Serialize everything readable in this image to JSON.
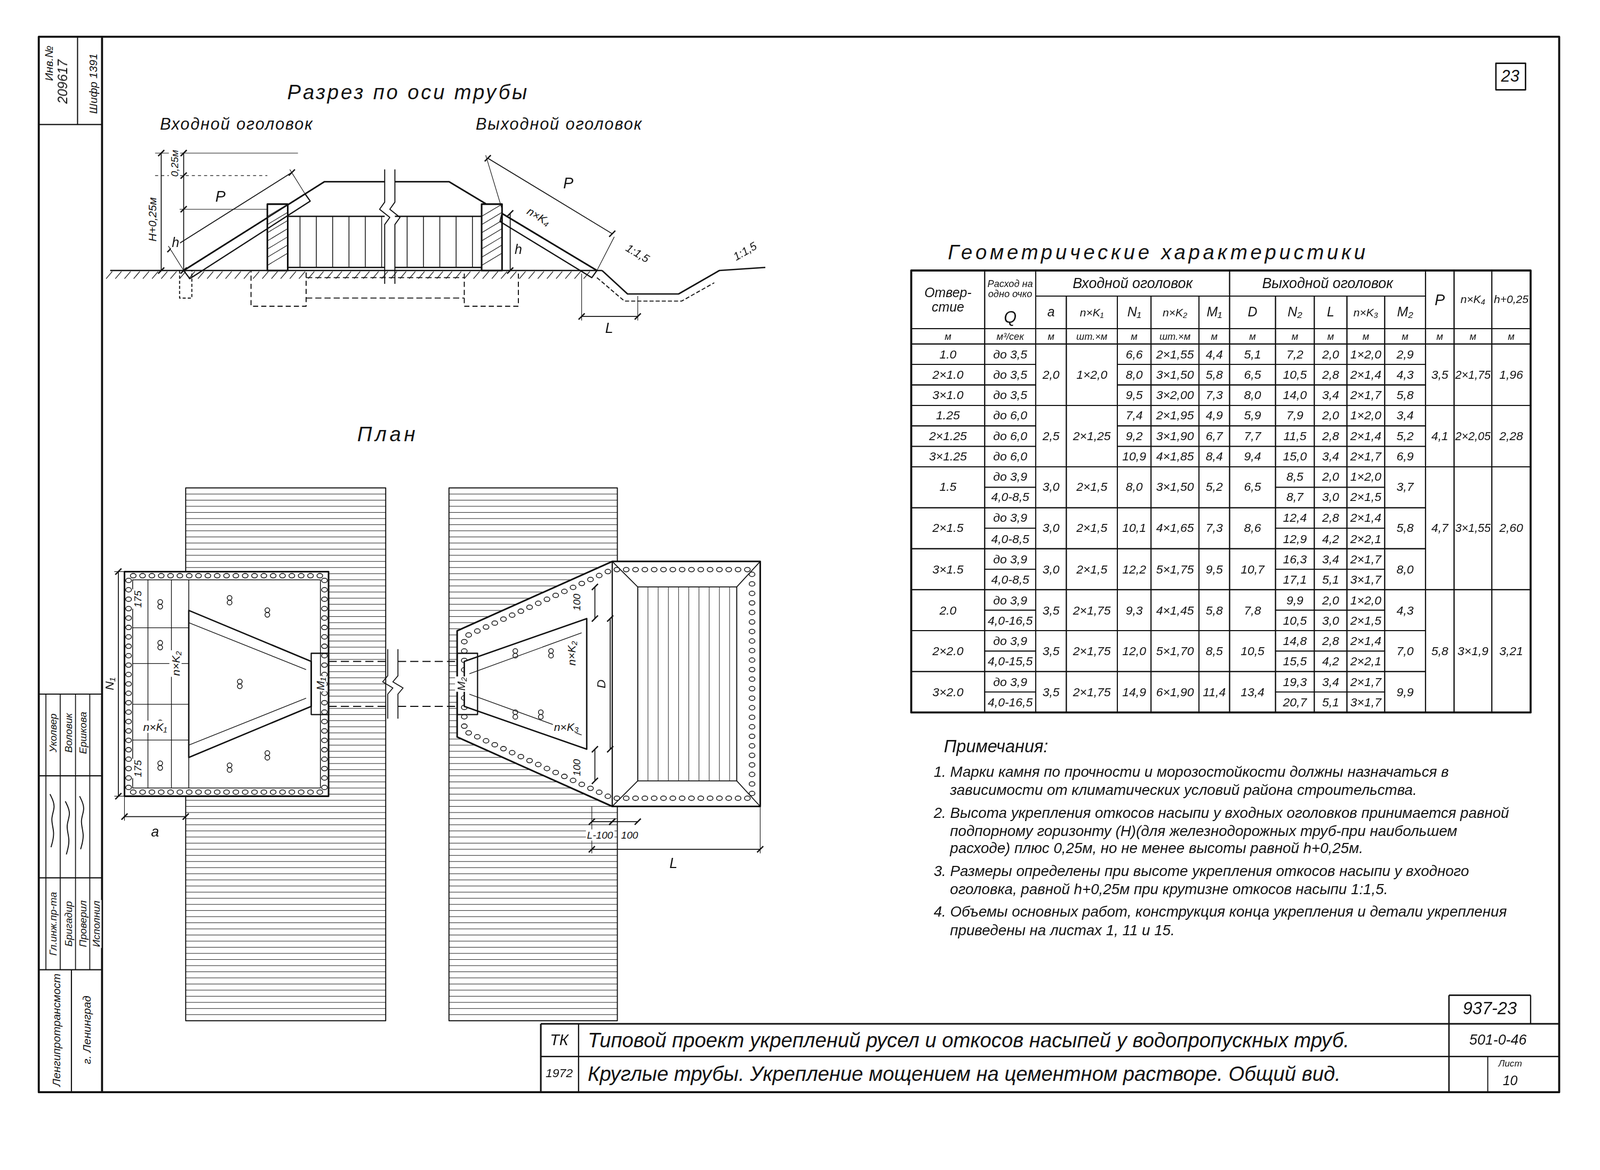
{
  "diagram": {
    "labels": [
      "Инв.№",
      "209617",
      "Шифр 1391",
      "Гл.инж.пр-та",
      "Бригадир",
      "Проверил",
      "Исполнил",
      "Уколвер",
      "Воловик",
      "Ершкова",
      "Ленгипротрансмост",
      "г. Ленинград",
      "23",
      "Разрез по оси трубы",
      "Входной оголовок",
      "Выходной оголовок",
      "0,25м",
      "H+0,25м",
      "h",
      "P",
      "P",
      "n×K₄",
      "h",
      "1:1,5",
      "1:1,5",
      "L",
      "План",
      "N₁",
      "175",
      "175",
      "n×K₂",
      "n×K₁",
      "M₁",
      "a",
      "M₂",
      "100",
      "n×K₂",
      "D",
      "n×K₃",
      "100",
      "L-100",
      "100",
      "L",
      "Геометрические характеристики",
      "Отвер- стие",
      "Расход на одно очко",
      "Q",
      "Входной оголовок",
      "Выходной оголовок",
      "P",
      "n×K₄",
      "h+0,25",
      "a",
      "n×K₁",
      "N₁",
      "n×K₂",
      "M₁",
      "D",
      "N₂",
      "L",
      "n×K₃",
      "M₂",
      "м",
      "м³/сек",
      "м",
      "шт.×м",
      "м",
      "шт.×м",
      "м",
      "м",
      "м",
      "м",
      "м",
      "м",
      "м",
      "м",
      "м",
      "1.0",
      "2×1.0",
      "3×1.0",
      "1.25",
      "2×1.25",
      "3×1.25",
      "1.5",
      "2×1.5",
      "3×1.5",
      "2.0",
      "2×2.0",
      "3×2.0",
      "до 3,5",
      "до 3,5",
      "до 3,5",
      "до 6,0",
      "до 6,0",
      "до 6,0",
      "до 3,9",
      "4,0-8,5",
      "до 3,9",
      "4,0-8,5",
      "до 3,9",
      "4,0-8,5",
      "до 3,9",
      "4,0-16,5",
      "до 3,9",
      "4,0-15,5",
      "до 3,9",
      "4,0-16,5",
      "2,0",
      "2,5",
      "3,0",
      "3,0",
      "3,0",
      "3,5",
      "3,5",
      "3,5",
      "1×2,0",
      "2×1,25",
      "2×1,5",
      "2×1,5",
      "2×1,5",
      "2×1,75",
      "2×1,75",
      "2×1,75",
      "6,6",
      "8,0",
      "9,5",
      "7,4",
      "9,2",
      "10,9",
      "8,0",
      "10,1",
      "12,2",
      "9,3",
      "12,0",
      "14,9",
      "2×1,55",
      "3×1,50",
      "3×2,00",
      "2×1,95",
      "3×1,90",
      "4×1,85",
      "3×1,50",
      "4×1,65",
      "5×1,75",
      "4×1,45",
      "5×1,70",
      "6×1,90",
      "4,4",
      "5,8",
      "7,3",
      "4,9",
      "6,7",
      "8,4",
      "5,2",
      "7,3",
      "9,5",
      "5,8",
      "8,5",
      "11,4",
      "5,1",
      "6,5",
      "8,0",
      "5,9",
      "7,7",
      "9,4",
      "6,5",
      "8,6",
      "10,7",
      "7,8",
      "10,5",
      "13,4",
      "7,2",
      "10,5",
      "14,0",
      "7,9",
      "11,5",
      "15,0",
      "8,5",
      "8,7",
      "12,4",
      "12,9",
      "16,3",
      "17,1",
      "9,9",
      "10,5",
      "14,8",
      "15,5",
      "19,3",
      "20,7",
      "2,0",
      "2,8",
      "3,4",
      "2,0",
      "2,8",
      "3,4",
      "2,0",
      "3,0",
      "2,8",
      "4,2",
      "3,4",
      "5,1",
      "2,0",
      "3,0",
      "2,8",
      "4,2",
      "3,4",
      "5,1",
      "1×2,0",
      "2×1,4",
      "2×1,7",
      "1×2,0",
      "2×1,4",
      "2×1,7",
      "1×2,0",
      "2×1,5",
      "2×1,4",
      "2×2,1",
      "2×1,7",
      "3×1,7",
      "1×2,0",
      "2×1,5",
      "2×1,4",
      "2×2,1",
      "2×1,7",
      "3×1,7",
      "2,9",
      "4,3",
      "5,8",
      "3,4",
      "5,2",
      "6,9",
      "3,7",
      "5,8",
      "8,0",
      "4,3",
      "7,0",
      "9,9",
      "3,5",
      "4,1",
      "4,7",
      "5,8",
      "2×1,75",
      "2×2,05",
      "3×1,55",
      "3×1,9",
      "1,96",
      "2,28",
      "2,60",
      "3,21",
      "Примечания:",
      "1. Марки камня по прочности и морозостойкости должны назначаться в зависимости от климатических условий района строительства.",
      "2. Высота укрепления откосов насыпи у входных оголовков принимается равной подпорному горизонту (H)(для железнодорожных труб-при наибольшем расходе) плюс 0,25м, но не менее высоты равной h+0,25м.",
      "3. Размеры определены при высоте укрепления откосов насыпи у входного оголовка, равной h+0,25м при крутизне откосов насыпи 1:1,5.",
      "4. Объемы основных работ, конструкция конца укрепления и детали укрепления приведены на листах 1, 11 и 15.",
      "937-23",
      "ТК",
      "Типовой проект укреплений русел и откосов насыпей у водопропускных труб.",
      "501-0-46",
      "1972",
      "Круглые трубы. Укрепление мощением на цементном растворе. Общий вид.",
      "Лист",
      "10"
    ]
  }
}
